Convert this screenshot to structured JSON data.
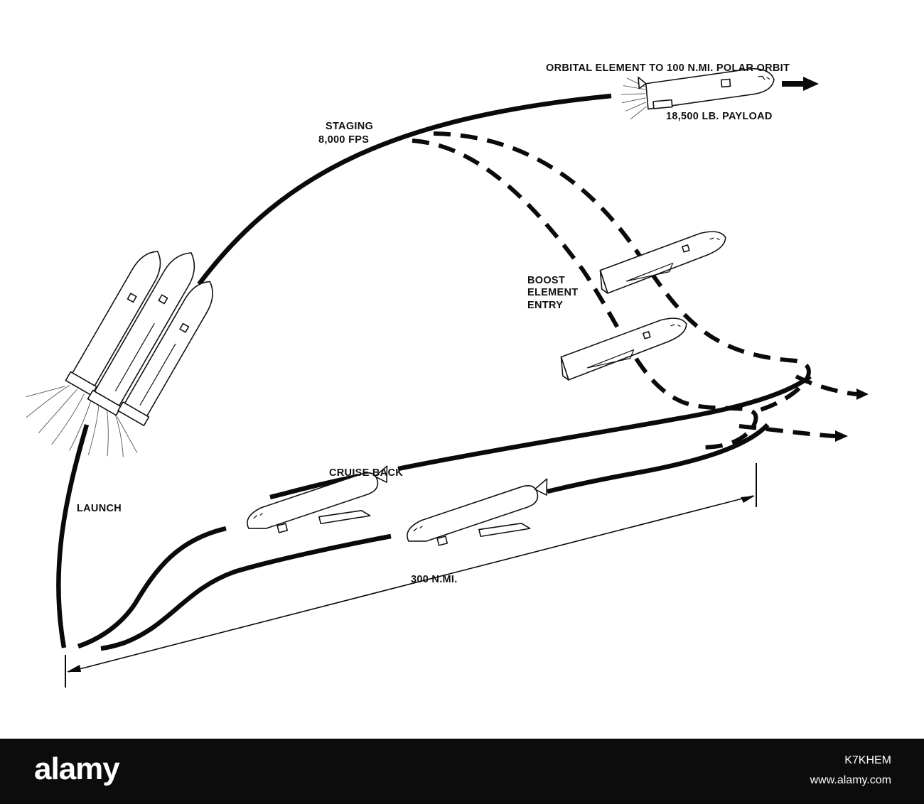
{
  "labels": {
    "orbit": "ORBITAL ELEMENT TO 100 N.MI. POLAR ORBIT",
    "payload": "18,500 LB. PAYLOAD",
    "staging_line1": "STAGING",
    "staging_line2": "8,000 FPS",
    "boost_line1": "BOOST",
    "boost_line2": "ELEMENT",
    "boost_line3": "ENTRY",
    "cruise": "CRUISE BACK",
    "launch": "LAUNCH",
    "distance": "300 N.MI."
  },
  "watermark": {
    "brand": "alamy",
    "image_id": "K7KHEM",
    "url": "www.alamy.com"
  },
  "colors": {
    "ink": "#0a0a0a",
    "background": "#ffffff",
    "footer": "#0c0c0c"
  }
}
